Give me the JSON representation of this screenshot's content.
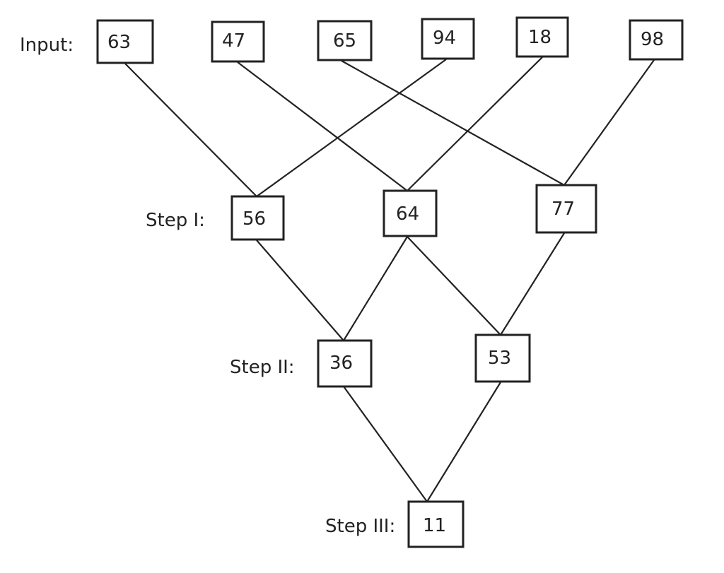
{
  "labels": {
    "input": "Input:",
    "step1": "Step I:",
    "step2": "Step II:",
    "step3": "Step III:"
  },
  "nodes": {
    "input": [
      "63",
      "47",
      "65",
      "94",
      "18",
      "98"
    ],
    "step1": [
      "56",
      "64",
      "77"
    ],
    "step2": [
      "36",
      "53"
    ],
    "step3": [
      "11"
    ]
  }
}
